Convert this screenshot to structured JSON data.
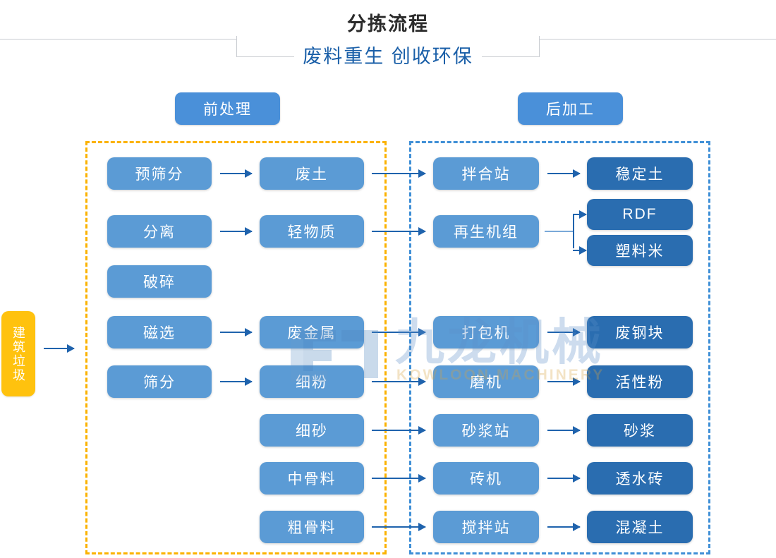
{
  "header": {
    "title": "分拣流程",
    "subtitle": "废料重生 创收环保",
    "title_color": "#2b2b2b",
    "subtitle_color": "#1a5fa8"
  },
  "sections": {
    "pre_label": "前处理",
    "post_label": "后加工",
    "pre_zone_color": "#fbb200",
    "post_zone_color": "#3f8fd6"
  },
  "source": {
    "label": "建筑垃圾",
    "color": "#ffc20e"
  },
  "colors": {
    "node_light": "#5b9bd5",
    "node_dark": "#2a6db0",
    "arrow": "#1f63ad",
    "pill": "#4a90d9"
  },
  "columns": {
    "process_pre": [
      {
        "label": "预筛分"
      },
      {
        "label": "分离"
      },
      {
        "label": "破碎"
      },
      {
        "label": "磁选"
      },
      {
        "label": "筛分"
      }
    ],
    "material": [
      {
        "label": "废土"
      },
      {
        "label": "轻物质"
      },
      {
        "label": "废金属"
      },
      {
        "label": "细粉"
      },
      {
        "label": "细砂"
      },
      {
        "label": "中骨料"
      },
      {
        "label": "粗骨料"
      }
    ],
    "process_post": [
      {
        "label": "拌合站"
      },
      {
        "label": "再生机组"
      },
      {
        "label": "打包机"
      },
      {
        "label": "磨机"
      },
      {
        "label": "砂浆站"
      },
      {
        "label": "砖机"
      },
      {
        "label": "搅拌站"
      }
    ],
    "product": [
      {
        "label": "稳定土"
      },
      {
        "label": "RDF"
      },
      {
        "label": "塑料米"
      },
      {
        "label": "废钢块"
      },
      {
        "label": "活性粉"
      },
      {
        "label": "砂浆"
      },
      {
        "label": "透水砖"
      },
      {
        "label": "混凝土"
      }
    ]
  },
  "watermark": {
    "cn": "九龙机械",
    "en": "KOWLOON MACHINERY"
  }
}
